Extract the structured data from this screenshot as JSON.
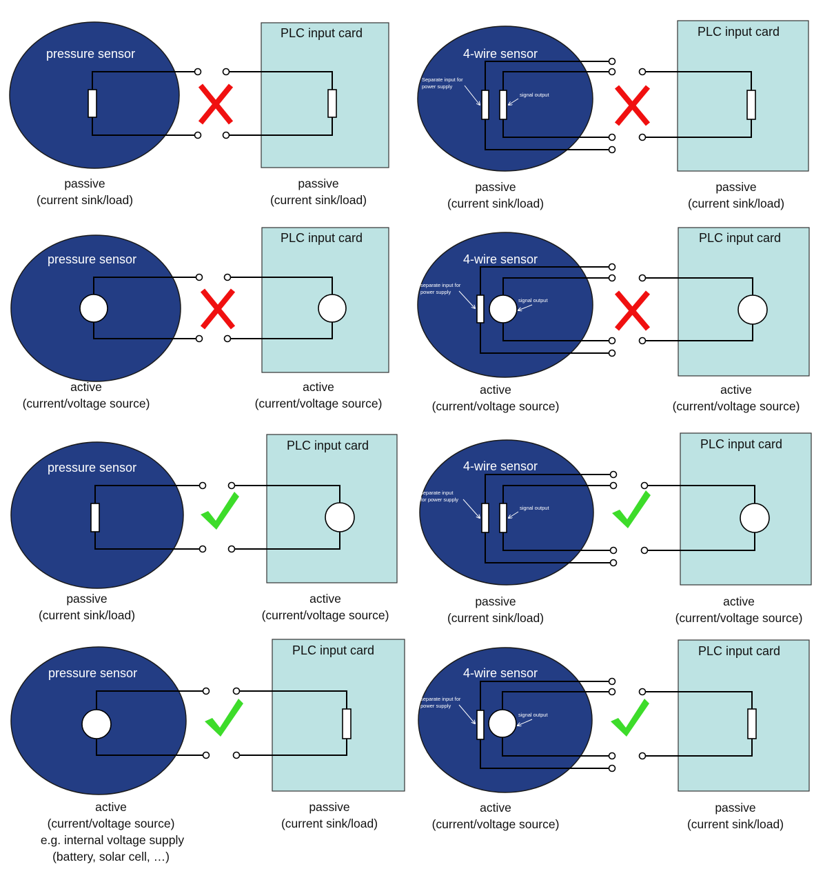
{
  "labels": {
    "pressure_sensor": "pressure sensor",
    "four_wire_sensor": "4-wire sensor",
    "plc_input_card": "PLC input card",
    "signal_output": "signal output",
    "sep_power_v1_l1": "Separate input for",
    "sep_power_v1_l2": "power supply",
    "sep_power_v2_l1": "separate input for",
    "sep_power_v2_l2": "power supply",
    "sep_power_v3_l1": "separate input",
    "sep_power_v3_l2": "for power supply"
  },
  "captions": {
    "passive": "passive",
    "active": "active",
    "sink_load": "(current sink/load)",
    "source": "(current/voltage source)",
    "eg_line": "e.g. internal voltage supply",
    "battery_line": "(battery, solar cell, …)"
  },
  "rows": [
    {
      "sensor": "passive",
      "plc": "passive",
      "compatible": false
    },
    {
      "sensor": "active",
      "plc": "active",
      "compatible": false
    },
    {
      "sensor": "passive",
      "plc": "active",
      "compatible": true
    },
    {
      "sensor": "active",
      "plc": "passive",
      "compatible": true
    }
  ],
  "colors": {
    "sensor_fill": "#233d84",
    "plc_fill": "#bde3e3",
    "cross": "#f01010",
    "check": "#3ddc2a"
  },
  "icons": [
    "cross-mark-icon",
    "check-mark-icon",
    "resistor-symbol",
    "current-source-symbol"
  ]
}
